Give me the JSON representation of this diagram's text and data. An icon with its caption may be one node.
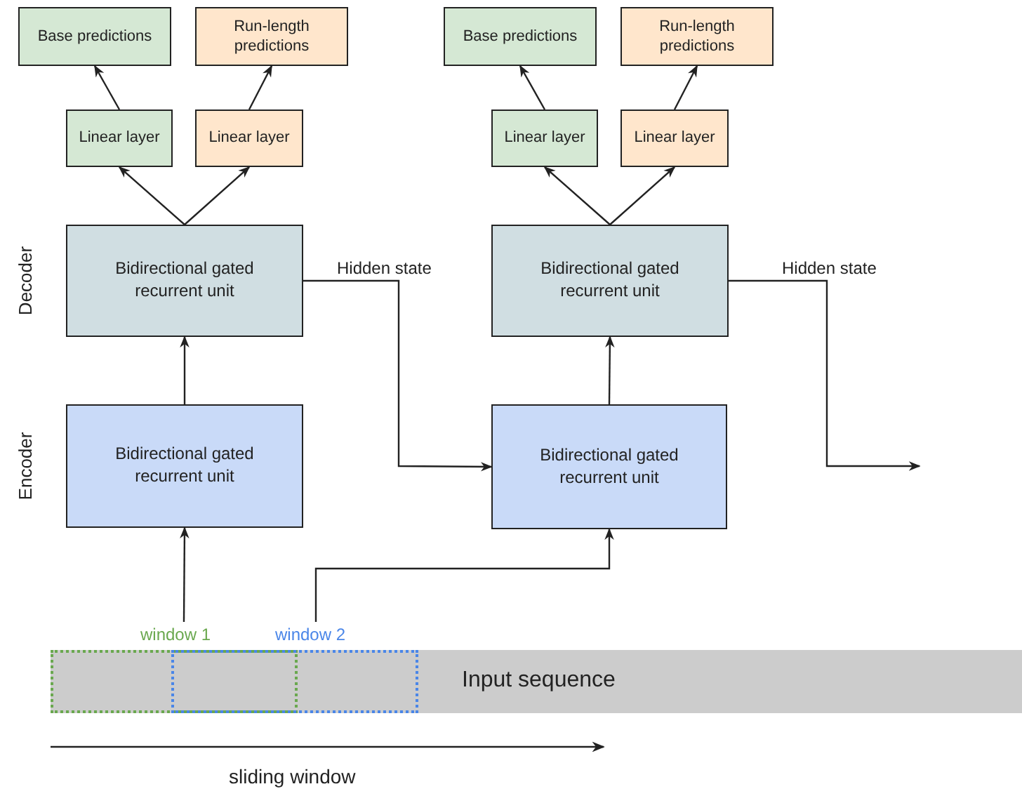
{
  "diagram": {
    "nodes": [
      {
        "text": [
          "Base predictions"
        ]
      },
      {
        "text": [
          "Run-length predictions"
        ]
      },
      {
        "text": [
          "Linear layer"
        ]
      },
      {
        "text": [
          "Linear layer"
        ]
      },
      {
        "text": [
          "Bidirectional gated recurrent unit"
        ]
      },
      {
        "text": [
          "Bidirectional gated recurrent unit"
        ]
      },
      {
        "text": [
          "Base predictions"
        ]
      },
      {
        "text": [
          "Run-length predictions"
        ]
      },
      {
        "text": [
          "Linear layer"
        ]
      },
      {
        "text": [
          "Linear layer"
        ]
      },
      {
        "text": [
          "Bidirectional gated recurrent unit"
        ]
      },
      {
        "text": [
          "Bidirectional gated recurrent unit"
        ]
      },
      {
        "text": [
          "Input sequence"
        ]
      },
      {
        "text": [
          "window 1"
        ],
        "in": 12
      },
      {
        "text": [
          "window 2"
        ],
        "in": 12
      }
    ],
    "edges": [
      {
        "from": 4,
        "to": 2,
        "arrow": "to"
      },
      {
        "from": 4,
        "to": 3,
        "arrow": "to"
      },
      {
        "from": 2,
        "to": 0,
        "arrow": "to"
      },
      {
        "from": 3,
        "to": 1,
        "arrow": "to"
      },
      {
        "from": 5,
        "to": 4,
        "arrow": "to"
      },
      {
        "from": 10,
        "to": 8,
        "arrow": "to"
      },
      {
        "from": 10,
        "to": 9,
        "arrow": "to"
      },
      {
        "from": 8,
        "to": 6,
        "arrow": "to"
      },
      {
        "from": 9,
        "to": 7,
        "arrow": "to"
      },
      {
        "from": 11,
        "to": 10,
        "arrow": "to"
      },
      {
        "from": 4,
        "to": 11,
        "label": "Hidden state",
        "arrow": "to"
      },
      {
        "from": 10,
        "to": null,
        "label": "Hidden state",
        "arrow": "to"
      },
      {
        "from": 13,
        "to": 5,
        "arrow": "to"
      },
      {
        "from": 14,
        "to": 11,
        "arrow": "to"
      }
    ],
    "labels": [
      "Decoder",
      "Encoder",
      "sliding window"
    ]
  }
}
